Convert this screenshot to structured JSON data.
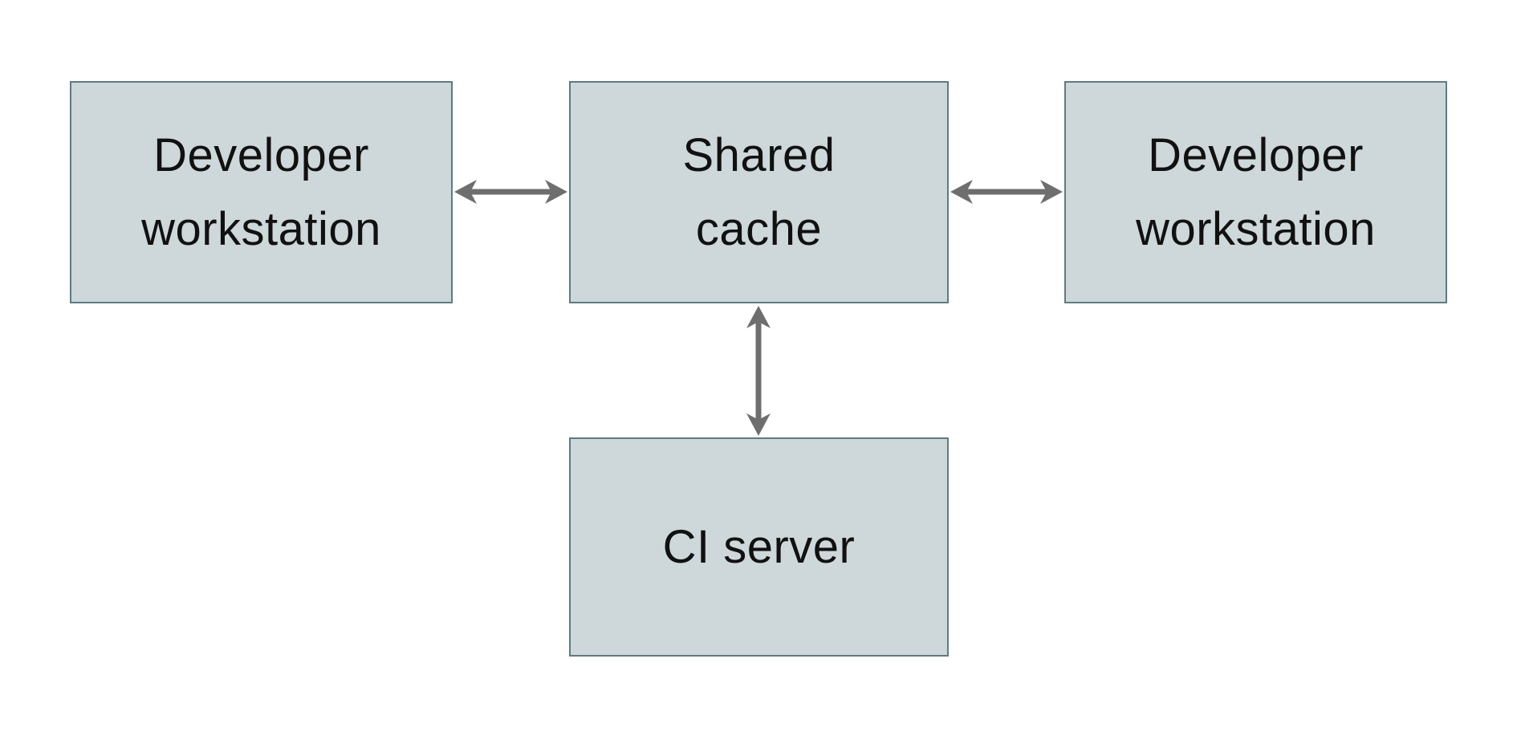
{
  "diagram": {
    "type": "architecture-diagram",
    "nodes": [
      {
        "id": "developer-workstation-left",
        "label": "Developer workstation",
        "lines": {
          "l1": "Developer",
          "l2": "workstation"
        }
      },
      {
        "id": "shared-cache",
        "label": "Shared cache",
        "lines": {
          "l1": "Shared",
          "l2": "cache"
        }
      },
      {
        "id": "developer-workstation-right",
        "label": "Developer workstation",
        "lines": {
          "l1": "Developer",
          "l2": "workstation"
        }
      },
      {
        "id": "ci-server",
        "label": "CI server",
        "lines": {
          "l1": "CI server"
        }
      }
    ],
    "edges": [
      {
        "from": "developer-workstation-left",
        "to": "shared-cache",
        "direction": "bidirectional",
        "orientation": "horizontal"
      },
      {
        "from": "shared-cache",
        "to": "developer-workstation-right",
        "direction": "bidirectional",
        "orientation": "horizontal"
      },
      {
        "from": "shared-cache",
        "to": "ci-server",
        "direction": "bidirectional",
        "orientation": "vertical"
      }
    ],
    "colors": {
      "node_fill": "#ced7d9",
      "node_border": "#5f7a85",
      "arrow": "#6e6e6e",
      "text": "#111111",
      "background": "#ffffff"
    }
  }
}
